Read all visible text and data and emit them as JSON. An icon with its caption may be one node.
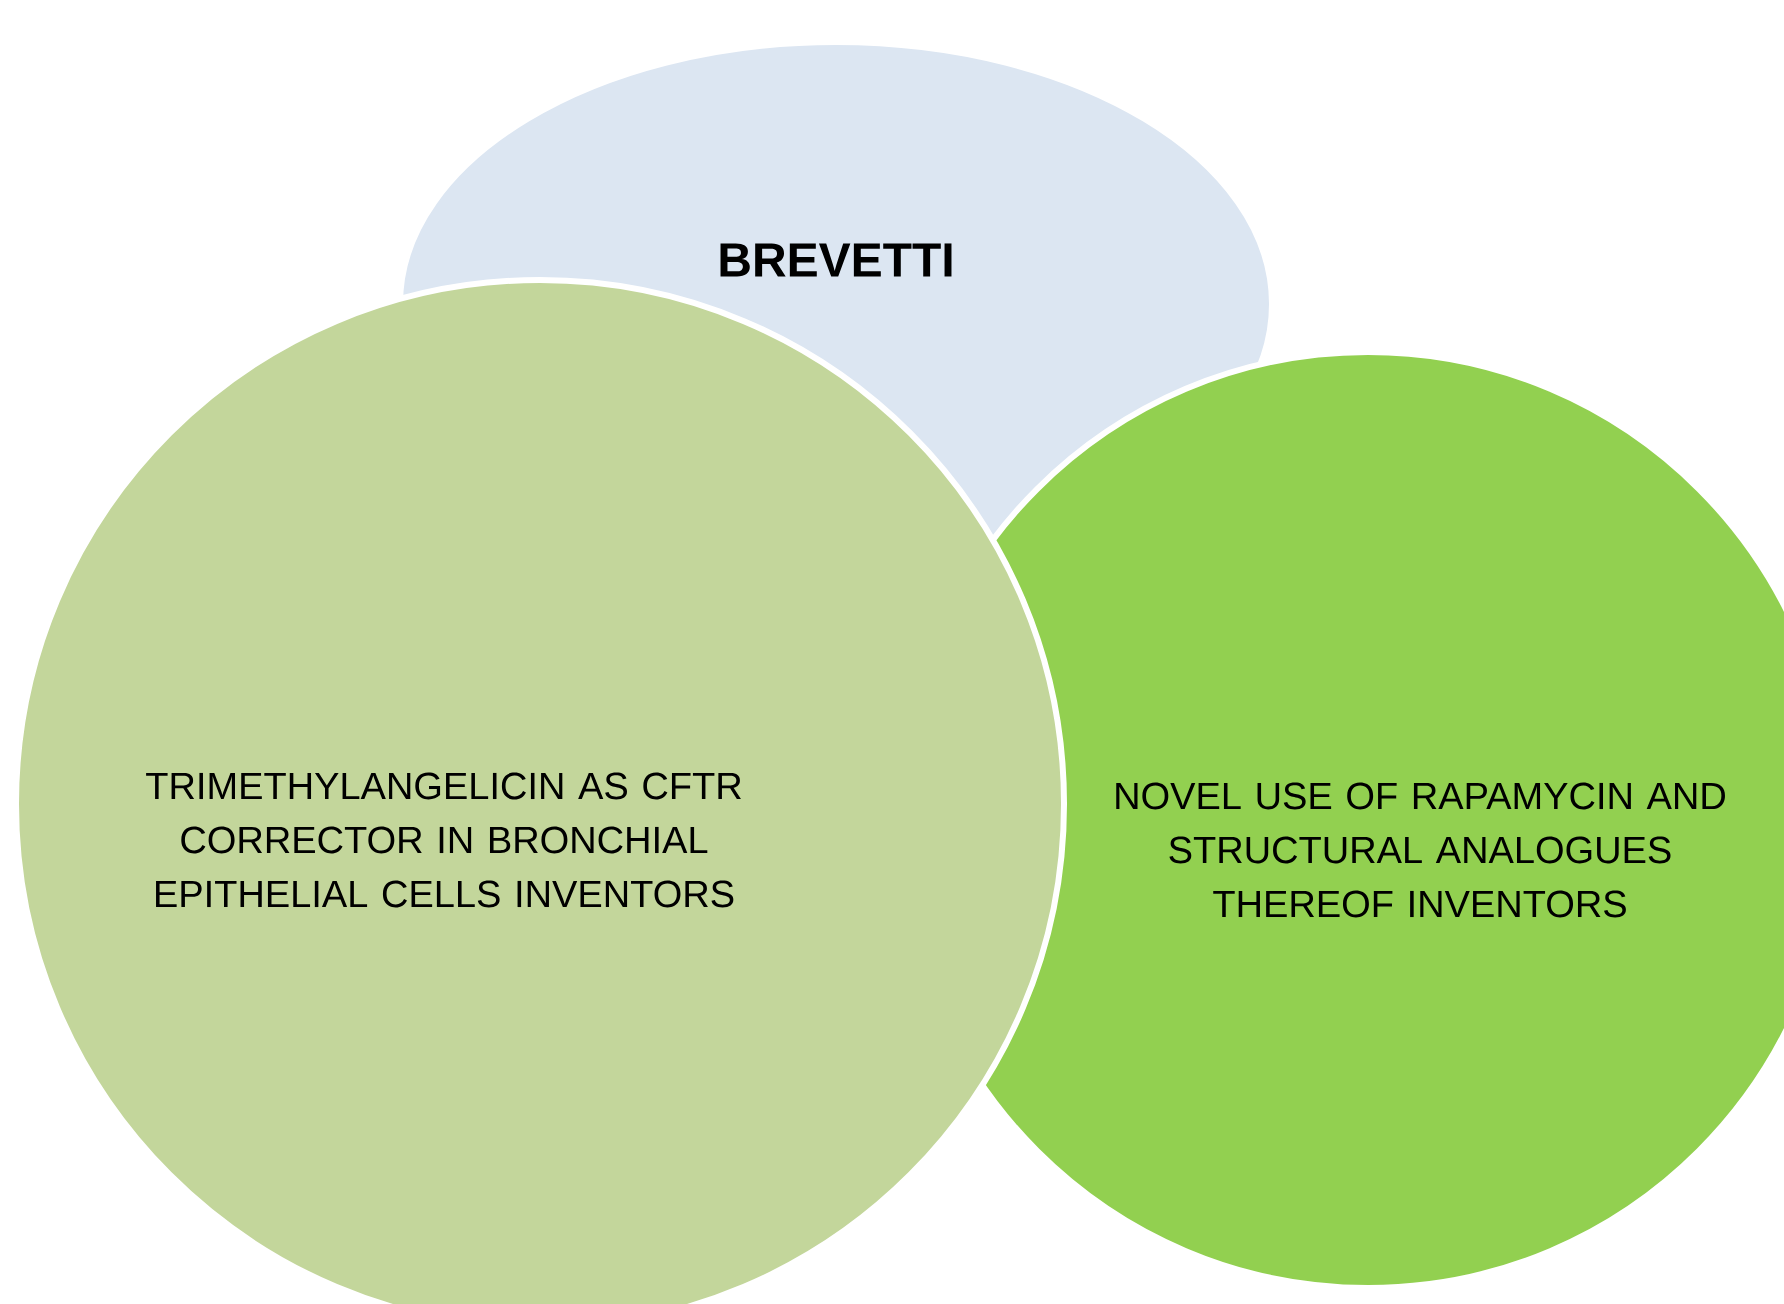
{
  "diagram": {
    "nodes": [
      {
        "text": [
          "BREVETTI"
        ]
      },
      {
        "text": [
          "NOVEL USE OF RAPAMYCIN AND STRUCTURAL ANALOGUES THEREOF INVENTORS"
        ]
      },
      {
        "text": [
          "TRIMETHYLANGELICIN AS CFTR CORRECTOR IN BRONCHIAL EPITHELIAL CELLS INVENTORS"
        ]
      }
    ]
  }
}
